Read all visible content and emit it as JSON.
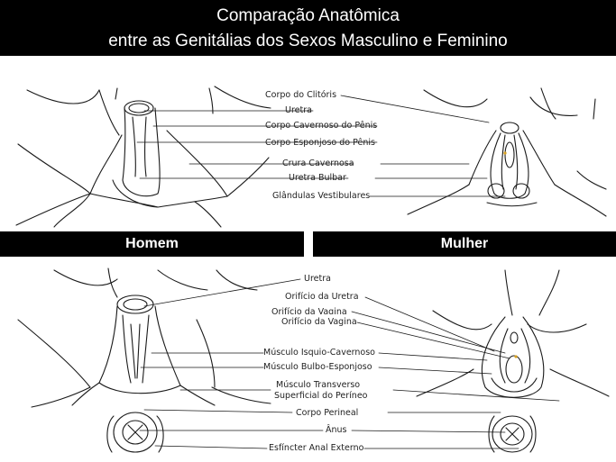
{
  "title": {
    "line1": "Comparação Anatômica",
    "line2": "entre as Genitálias dos Sexos Masculino e Feminino"
  },
  "bands": {
    "left": "Homem",
    "right": "Mulher"
  },
  "top_labels": [
    "Corpo do Clitóris",
    "Uretra",
    "Corpo Cavernoso do Pênis",
    "Corpo Esponjoso do Pênis",
    "Crura Cavernosa",
    "Uretra Bulbar",
    "Glândulas Vestibulares"
  ],
  "bottom_labels": [
    "Uretra",
    "Orifício da Uretra",
    "Orifício da Vagina",
    "Orifício da Vagina",
    "Músculo Isquio-Cavernoso",
    "Músculo Bulbo-Esponjoso",
    "Músculo Transverso",
    "Superficial do Períneo",
    "Corpo Perineal",
    "Ânus",
    "Esfíncter Anal Externo"
  ]
}
